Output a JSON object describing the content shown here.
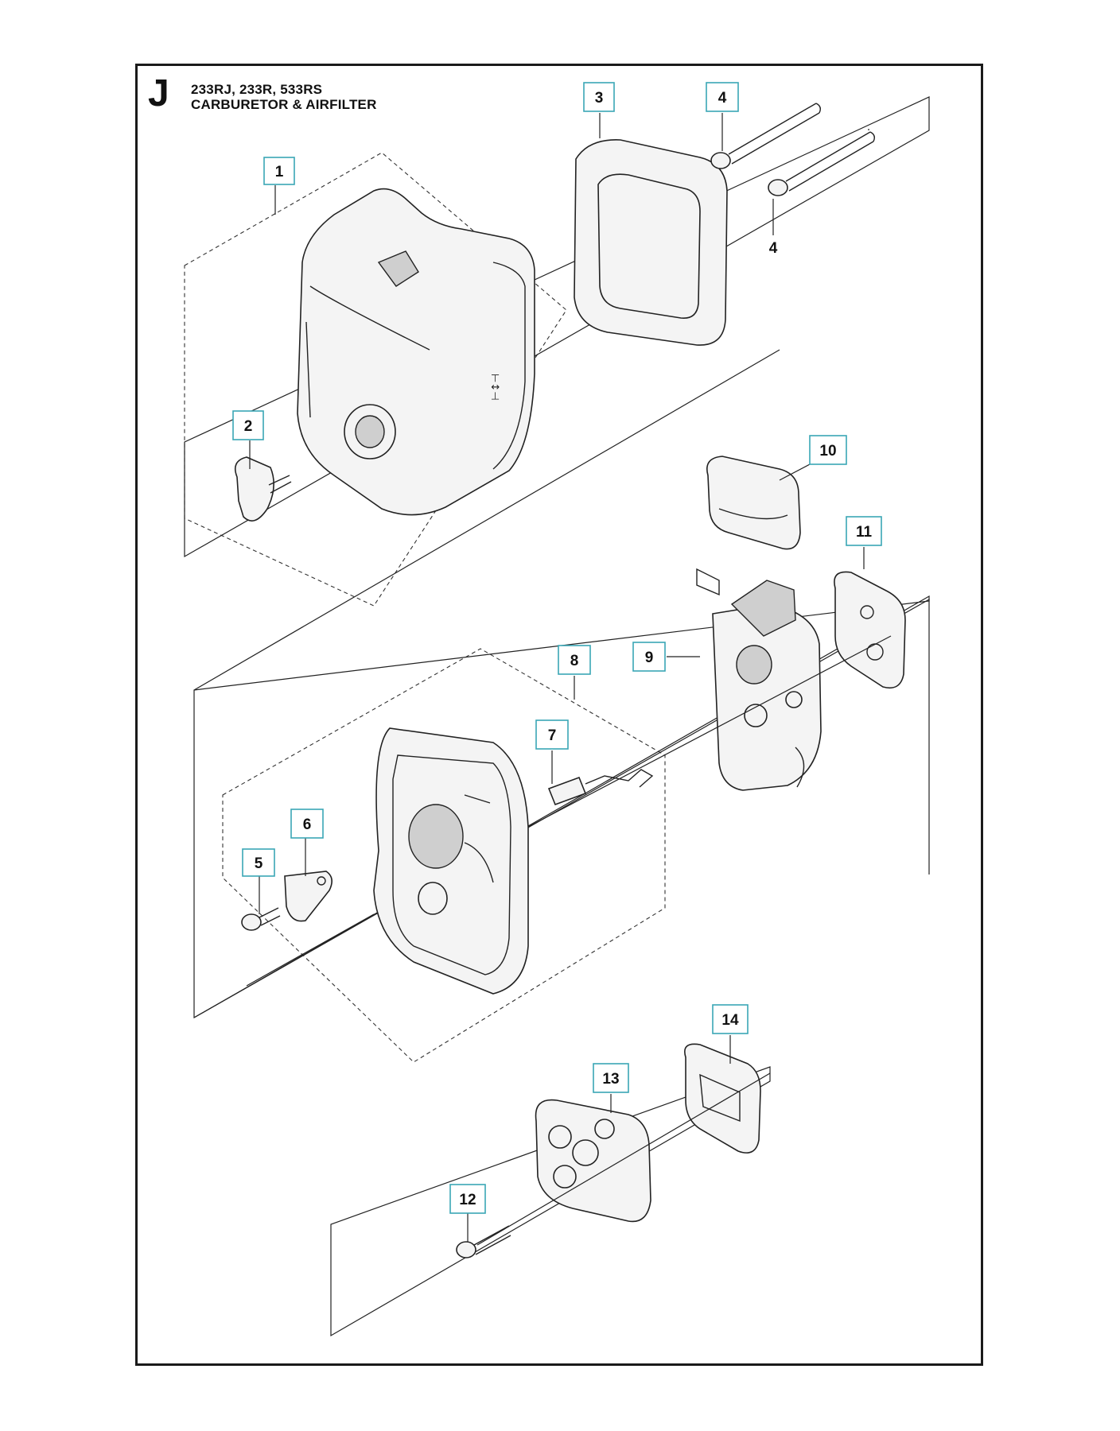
{
  "header": {
    "section_letter": "J",
    "models": "233RJ, 233R, 533RS",
    "title": "CARBURETOR & AIRFILTER"
  },
  "callouts": [
    {
      "id": "1",
      "label": "1",
      "boxed": true
    },
    {
      "id": "2",
      "label": "2",
      "boxed": true
    },
    {
      "id": "3",
      "label": "3",
      "boxed": true
    },
    {
      "id": "4a",
      "label": "4",
      "boxed": true
    },
    {
      "id": "4b",
      "label": "4",
      "boxed": false
    },
    {
      "id": "5",
      "label": "5",
      "boxed": true
    },
    {
      "id": "6",
      "label": "6",
      "boxed": true
    },
    {
      "id": "7",
      "label": "7",
      "boxed": true
    },
    {
      "id": "8",
      "label": "8",
      "boxed": true
    },
    {
      "id": "9",
      "label": "9",
      "boxed": true
    },
    {
      "id": "10",
      "label": "10",
      "boxed": true
    },
    {
      "id": "11",
      "label": "11",
      "boxed": true
    },
    {
      "id": "12",
      "label": "12",
      "boxed": true
    },
    {
      "id": "13",
      "label": "13",
      "boxed": true
    },
    {
      "id": "14",
      "label": "14",
      "boxed": true
    }
  ],
  "colors": {
    "callout_border": "#3aa6b5",
    "line": "#222222",
    "frame": "#1a1a1a"
  }
}
